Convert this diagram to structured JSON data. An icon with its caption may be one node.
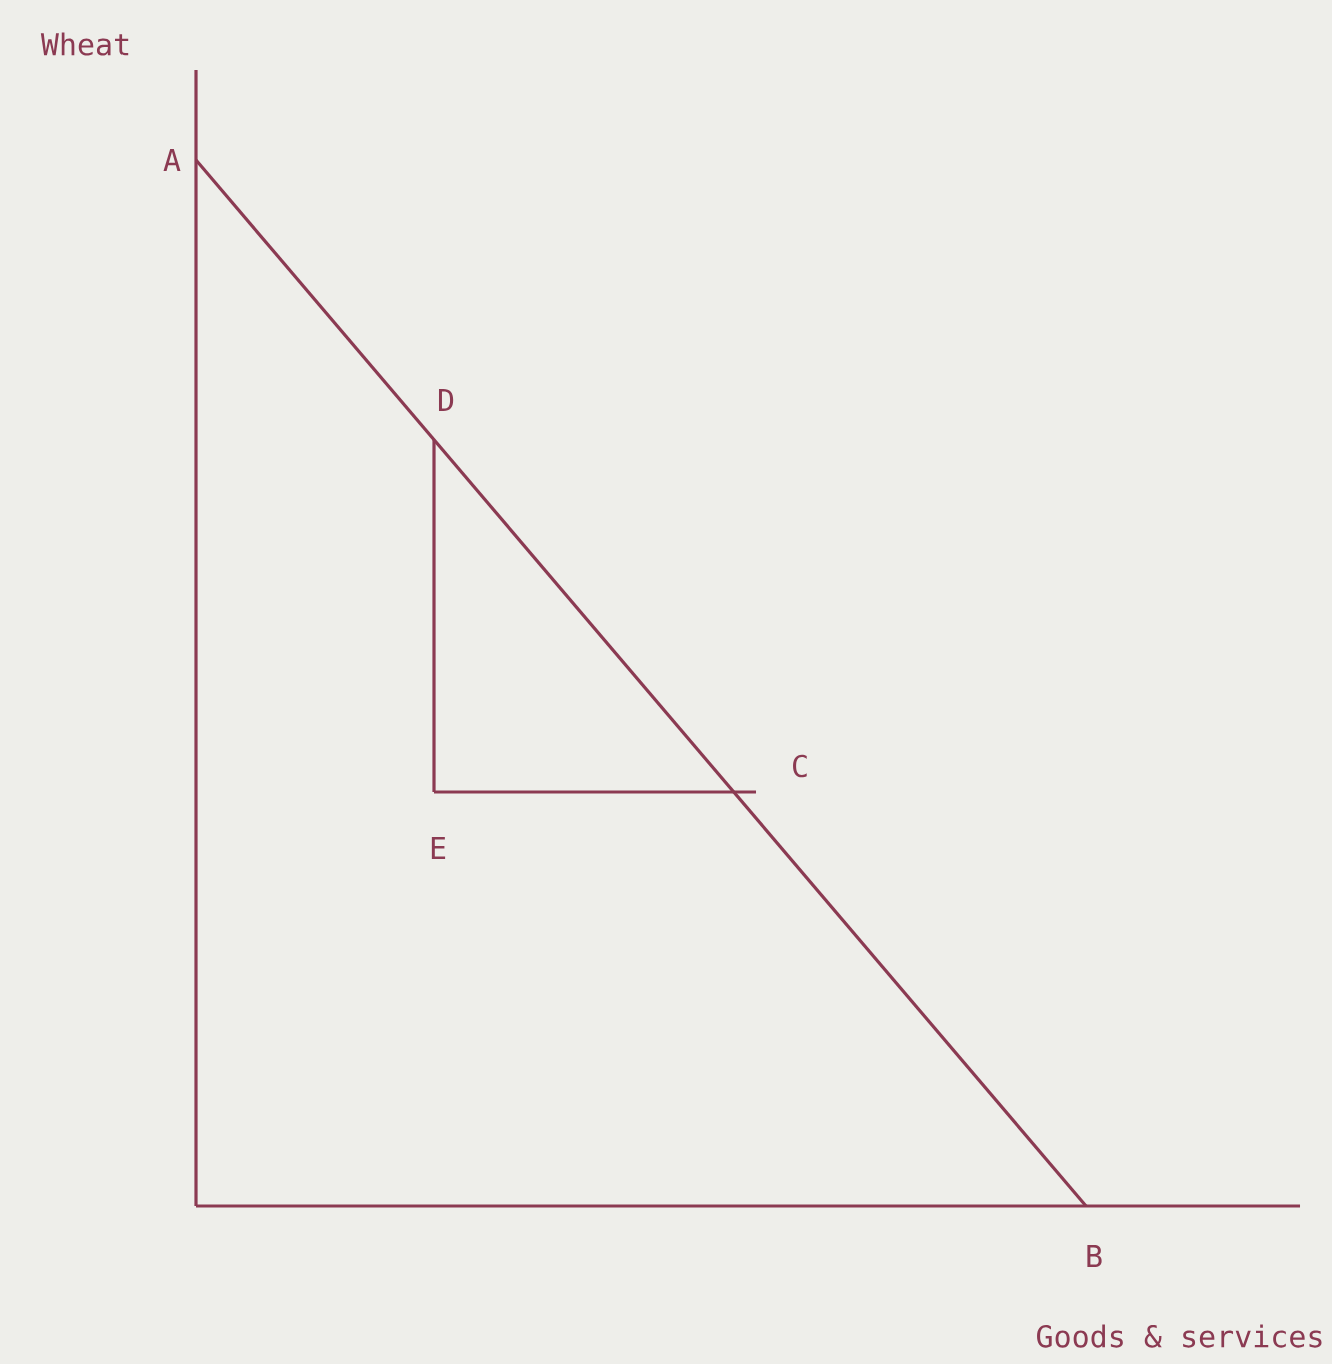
{
  "diagram": {
    "labels": [
      "Wheat",
      "A",
      "D",
      "C",
      "E",
      "B",
      "Goods & services"
    ]
  }
}
